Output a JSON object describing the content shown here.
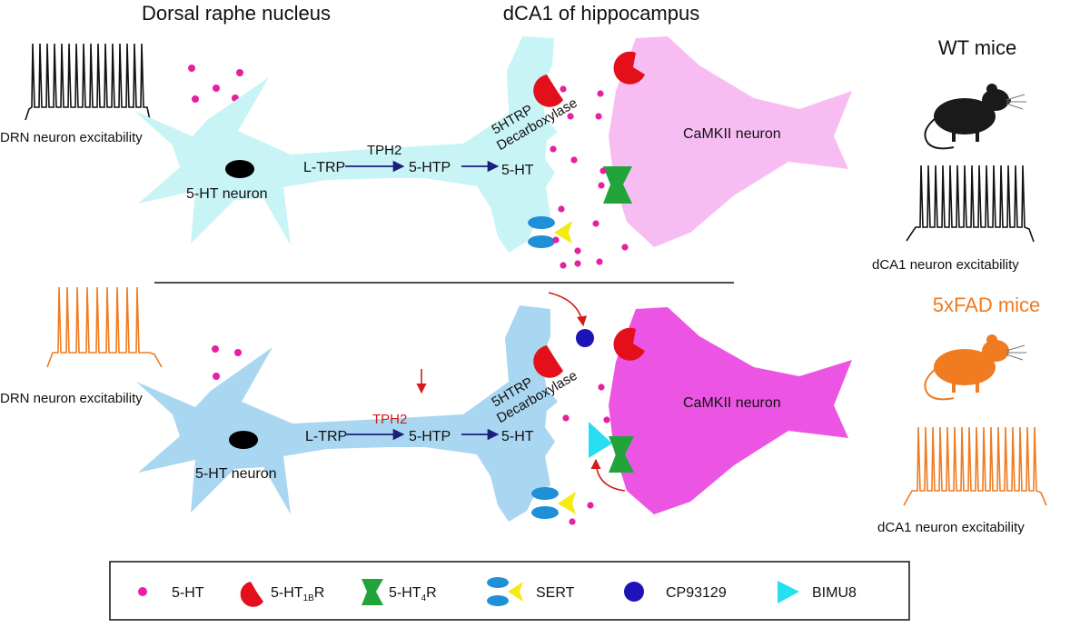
{
  "headers": {
    "dorsal_raphe": "Dorsal raphe nucleus",
    "dca1": "dCA1 of hippocampus"
  },
  "wt": {
    "title": "WT  mice",
    "drn_excitability": "DRN neuron excitability",
    "dca1_excitability": "dCA1 neuron excitability",
    "neuron_label": "5-HT neuron",
    "ltrp": "L-TRP",
    "htp": "5-HTP",
    "ht": "5-HT",
    "tph2": "TPH2",
    "htrp_l1": "5HTRP",
    "htrp_l2": "Decarboxylase",
    "camk": "CaMKII neuron"
  },
  "fad": {
    "title": "5xFAD  mice",
    "drn_excitability": "DRN neuron excitability",
    "dca1_excitability": "dCA1 neuron excitability",
    "neuron_label": "5-HT neuron",
    "ltrp": "L-TRP",
    "htp": "5-HTP",
    "ht": "5-HT",
    "tph2": "TPH2",
    "htrp_l1": "5HTRP",
    "htrp_l2": "Decarboxylase",
    "camk": "CaMKII neuron"
  },
  "legend": {
    "items": [
      {
        "label": "5-HT"
      },
      {
        "label": "5-HT",
        "sub": "1B",
        "suffix": "R"
      },
      {
        "label": "5-HT",
        "sub": "4",
        "suffix": "R"
      },
      {
        "label": "SERT"
      },
      {
        "label": "CP93129"
      },
      {
        "label": "BIMU8"
      }
    ]
  },
  "colors": {
    "neuron_wt": "#c8f4f6",
    "neuron_fad": "#a9d6f0",
    "camk_wt": "#f7bdf3",
    "camk_fad": "#ec55e4",
    "serotonin_dot": "#e6209e",
    "receptor_1b": "#e3101c",
    "receptor_4": "#21a53b",
    "sert_blue": "#1f8fd8",
    "sert_yellow": "#f5ea12",
    "cp93129": "#1e13b8",
    "bimu8": "#27dff0",
    "fad_orange": "#f07b20",
    "arrow_navy": "#1b1f7a",
    "arrow_red": "#d21c1c"
  }
}
